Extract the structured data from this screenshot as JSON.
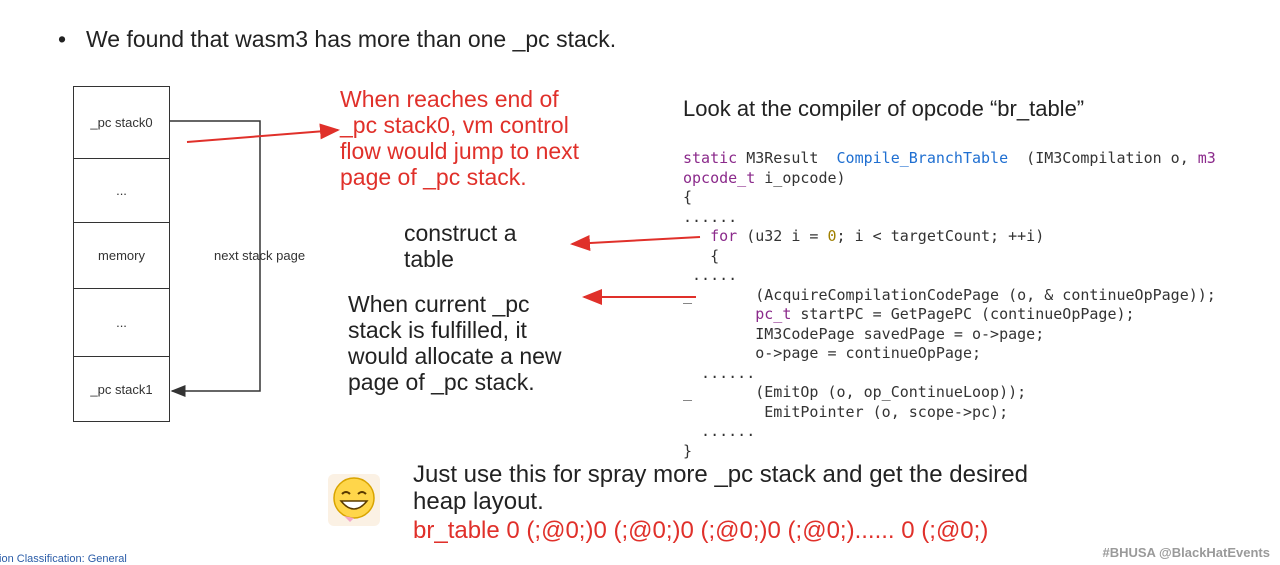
{
  "bullet": "We found that wasm3 has more than one _pc stack.",
  "diagram": {
    "cells": [
      "_pc stack0",
      "...",
      "memory",
      "...",
      "_pc stack1"
    ],
    "arrow_label": "next stack page"
  },
  "annotations": {
    "jump_note": [
      "When reaches end of",
      "_pc stack0, vm control",
      "flow would jump to next",
      "page of _pc stack."
    ],
    "construct_note": [
      "construct a",
      "table"
    ],
    "fulfilled_note": [
      "When current _pc",
      "stack is fulfilled, it",
      "would allocate a new",
      "page of _pc stack."
    ]
  },
  "heading": "Look at the compiler of opcode “br_table”",
  "code": {
    "l1_kw": "static",
    "l1_type": " M3Result  ",
    "l1_fn": "Compile_BranchTable",
    "l1_rest": "  (IM3Compilation o, ",
    "l1_m3": "m3",
    "l2_kw": "opcode_t",
    "l2_rest": " i_opcode)",
    "l3": "{",
    "l4": "......",
    "l5_kw": "   for",
    "l5_a": " (u32 i = ",
    "l5_num": "0",
    "l5_b": "; i < targetCount; ++i)",
    "l6": "   {",
    "l7": " .....",
    "l8": "_       (AcquireCompilationCodePage (o, & continueOpPage));",
    "l9_kw": "        pc_t",
    "l9_rest": " startPC = GetPagePC (continueOpPage);",
    "l10": "        IM3CodePage savedPage = o->page;",
    "l11": "        o->page = continueOpPage;",
    "l12": "  ......",
    "l13": "_       (EmitOp (o, op_ContinueLoop));",
    "l14": "         EmitPointer (o, scope->pc);",
    "l15": "  ......",
    "l16": "}"
  },
  "bottom": {
    "line1": "Just use this for spray more _pc stack and get the desired",
    "line2": "heap layout.",
    "code_line": "br_table 0 (;@0;)0 (;@0;)0 (;@0;)0 (;@0;)...... 0 (;@0;)"
  },
  "emoji": "laughing-face-sticker",
  "footer": {
    "classification": "tion Classification: General",
    "tag": "#BHUSA  @BlackHatEvents"
  },
  "colors": {
    "red": "#e0302a",
    "keyword": "#8b2a8b",
    "function": "#1f6fd1",
    "number": "#a08000"
  }
}
